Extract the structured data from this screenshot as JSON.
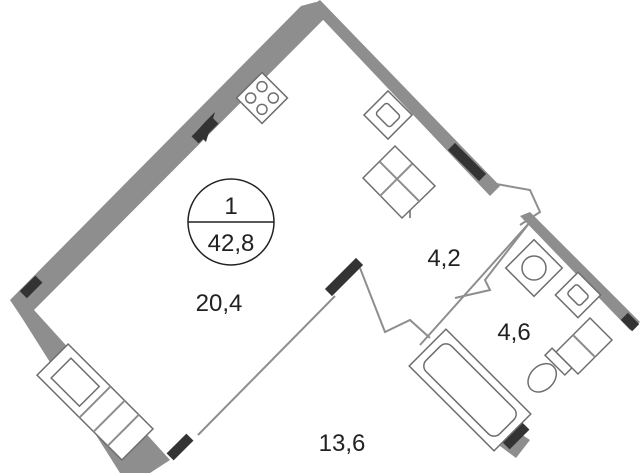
{
  "apartment": {
    "rooms_count": "1",
    "total_area": "42,8"
  },
  "rooms": {
    "living": "20,4",
    "hallway": "4,2",
    "bathroom": "4,6",
    "room": "13,6"
  }
}
